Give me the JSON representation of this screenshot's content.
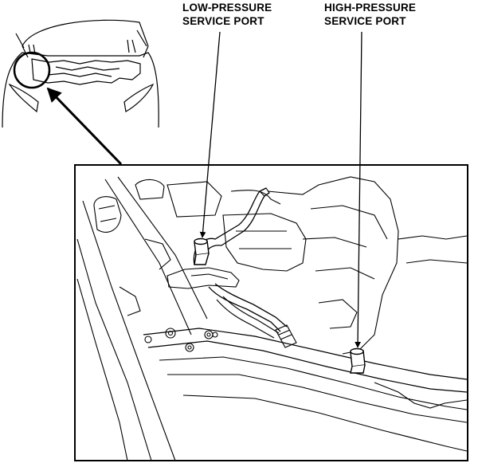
{
  "labels": {
    "low_pressure": {
      "line1": "LOW-PRESSURE",
      "line2": "SERVICE PORT"
    },
    "high_pressure": {
      "line1": "HIGH-PRESSURE",
      "line2": "SERVICE PORT"
    }
  },
  "colors": {
    "line": "#000000",
    "background": "#ffffff"
  }
}
